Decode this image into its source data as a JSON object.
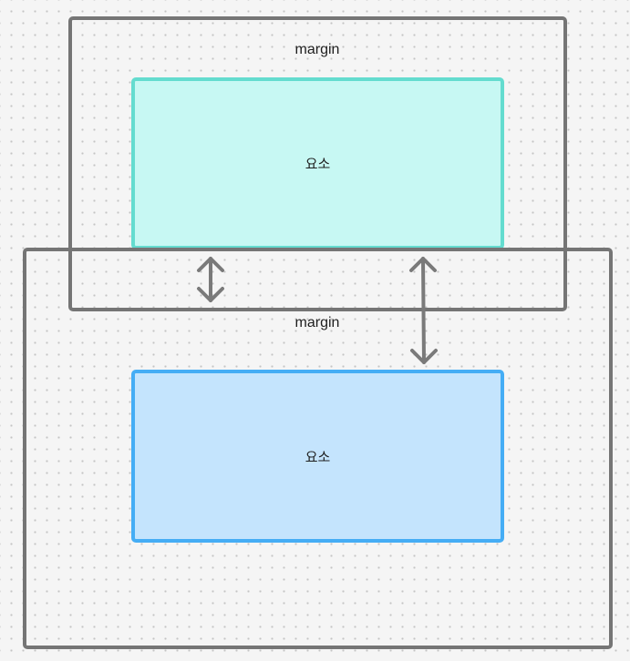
{
  "diagram": {
    "top_container": {
      "label": "margin",
      "element_label": "요소",
      "element_color": "#c7f8f3",
      "element_border_color": "#64dccf"
    },
    "bottom_container": {
      "label": "margin",
      "element_label": "요소",
      "element_color": "#c4e4fd",
      "element_border_color": "#45adf5"
    },
    "outline_color": "#757575",
    "arrow_color": "#7a7a7a",
    "arrows": [
      {
        "name": "short-double-arrow",
        "type": "double-headed"
      },
      {
        "name": "long-double-arrow",
        "type": "double-headed"
      }
    ]
  }
}
